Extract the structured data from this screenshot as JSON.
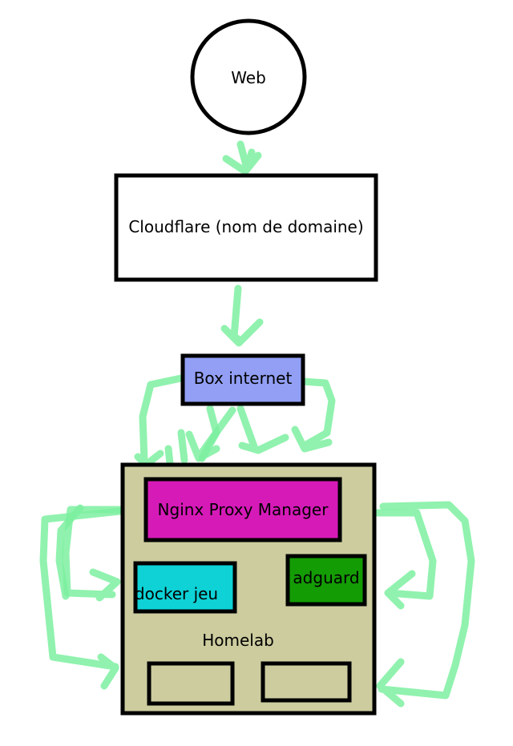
{
  "nodes": {
    "web": {
      "label": "Web"
    },
    "cloudflare": {
      "label": "Cloudflare (nom de domaine)"
    },
    "box": {
      "label": "Box internet",
      "color": "#929ff5"
    },
    "homelab": {
      "label": "Homelab",
      "color": "#cccc9f"
    },
    "npm": {
      "label": "Nginx Proxy Manager",
      "color": "#d61ab8"
    },
    "docker": {
      "label": "docker jeu",
      "color": "#0ed2d6"
    },
    "adguard": {
      "label": "adguard",
      "color": "#149c04"
    },
    "empty_left": {
      "label": ""
    },
    "empty_right": {
      "label": ""
    }
  },
  "colors": {
    "arrow": "#7cf0a0",
    "stroke": "#000000"
  }
}
